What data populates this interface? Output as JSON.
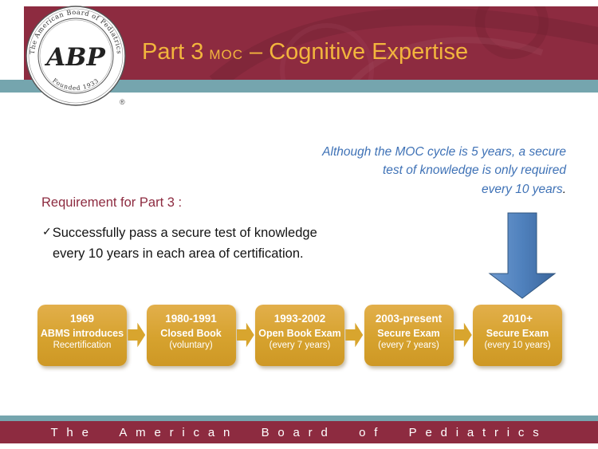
{
  "slide": {
    "header": {
      "title_part": "Part 3",
      "title_moc": "MOC",
      "title_rest": "– Cognitive Expertise"
    },
    "seal": {
      "ring_text": "The American Board of Pediatrics",
      "monogram": "ABP",
      "founded": "Founded 1933",
      "registered_mark": "®"
    },
    "note": {
      "line1": "Although the MOC cycle is 5 years, a secure",
      "line2": "test of knowledge is only required",
      "line3": "every 10 years",
      "period": "."
    },
    "requirement_heading": "Requirement for Part 3 :",
    "bullet": {
      "check_icon": "✓",
      "line1": "Successfully pass a secure test of knowledge",
      "line2": "every 10 years in each area of certification."
    },
    "timeline": [
      {
        "year": "1969",
        "label": "ABMS introduces",
        "sublabel": "Recertification"
      },
      {
        "year": "1980-1991",
        "label": "Closed Book",
        "sublabel": "(voluntary)"
      },
      {
        "year": "1993-2002",
        "label": "Open Book Exam",
        "sublabel": "(every 7 years)"
      },
      {
        "year": "2003-present",
        "label": "Secure Exam",
        "sublabel": "(every 7 years)"
      },
      {
        "year": "2010+",
        "label": "Secure Exam",
        "sublabel": "(every 10 years)"
      }
    ],
    "footer_text": "The American Board of Pediatrics",
    "colors": {
      "maroon": "#8D2B40",
      "teal": "#75A5AE",
      "title_gold": "#F2B53D",
      "box_gold": "#D8A52E",
      "note_blue": "#3F72B6",
      "arrow_blue": "#4F81BD"
    }
  }
}
